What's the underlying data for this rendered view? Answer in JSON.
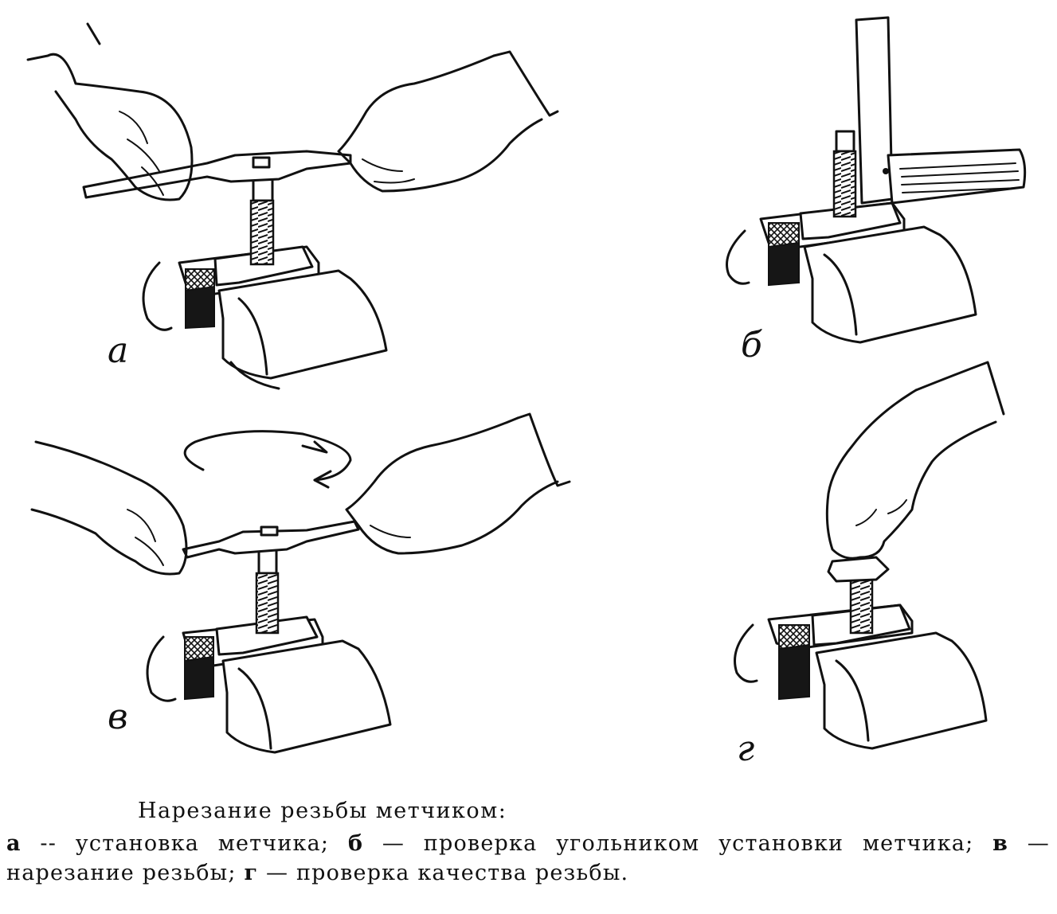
{
  "panels": [
    {
      "id": "a",
      "label": "а"
    },
    {
      "id": "b",
      "label": "б"
    },
    {
      "id": "v",
      "label": "в"
    },
    {
      "id": "g",
      "label": "г"
    }
  ],
  "caption": {
    "title": "Нарезание резьбы метчиком:",
    "items": [
      {
        "key": "а",
        "sep": " -- ",
        "text": "установка метчика;"
      },
      {
        "key": "б",
        "sep": " — ",
        "text": "проверка угольником установки метчика;"
      },
      {
        "key": "в",
        "sep": " — ",
        "text": "нарезание резьбы;"
      },
      {
        "key": "г",
        "sep": " — ",
        "text": "проверка качества резьбы."
      }
    ]
  }
}
